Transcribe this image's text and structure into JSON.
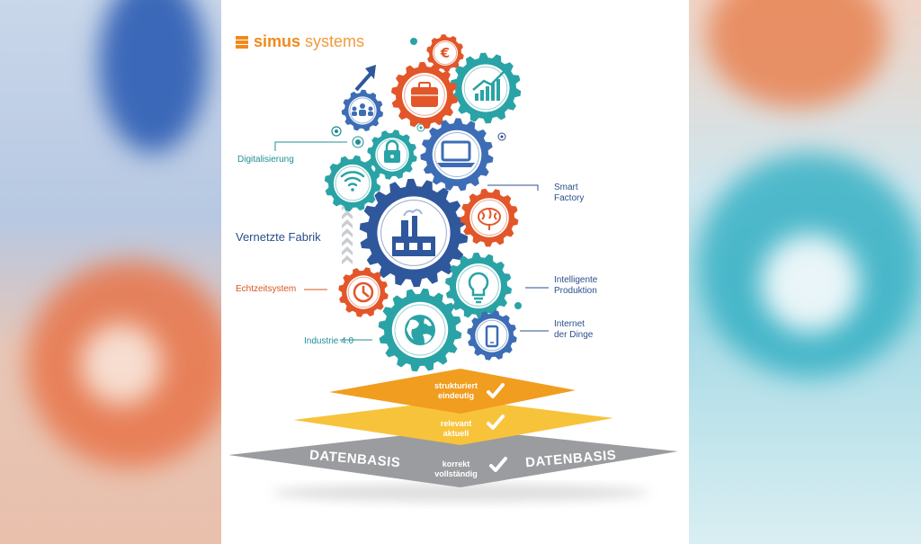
{
  "logo": {
    "brand_bold": "simus",
    "brand_light": " systems"
  },
  "center_title": "Vernetzte Fabrik",
  "labels": {
    "digitalisierung": "Digitalisierung",
    "smart_factory_1": "Smart",
    "smart_factory_2": "Factory",
    "intelligente_1": "Intelligente",
    "intelligente_2": "Produktion",
    "echtzeitsystem": "Echtzeitsystem",
    "internet_1": "Internet",
    "internet_2": "der Dinge",
    "industrie": "Industrie 4.0"
  },
  "layers": {
    "top_1": "strukturiert",
    "top_2": "eindeutig",
    "mid_1": "relevant",
    "mid_2": "aktuell",
    "bottom_1": "korrekt",
    "bottom_2": "vollständig",
    "datenbasis_left": "DATENBASIS",
    "datenbasis_right": "DATENBASIS"
  },
  "icons": [
    "euro-icon",
    "chart-icon",
    "briefcase-icon",
    "team-icon",
    "lock-icon",
    "laptop-icon",
    "wifi-icon",
    "factory-icon",
    "brain-icon",
    "lightbulb-icon",
    "clock-icon",
    "globe-icon",
    "smartphone-icon",
    "checkmark-icon"
  ],
  "colors": {
    "orange": "#e2562a",
    "teal": "#2aa3a6",
    "navy": "#2f579c",
    "blue": "#3d6db5",
    "layer_orange": "#f19d1f",
    "layer_yellow": "#f7c33b",
    "layer_gray": "#9b9c9f"
  }
}
